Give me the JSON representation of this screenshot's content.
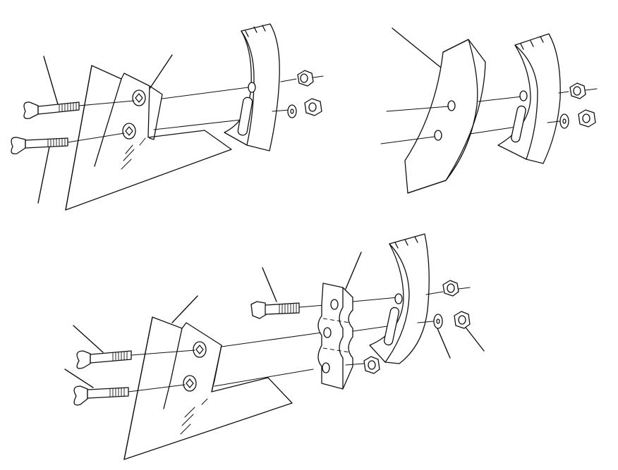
{
  "diagram": {
    "views": [
      {
        "id": "assembly-top-left",
        "parts": [
          "carriage-bolt",
          "carriage-bolt",
          "plow-point",
          "shank",
          "washer",
          "hex-nut",
          "hex-nut"
        ]
      },
      {
        "id": "assembly-top-right",
        "parts": [
          "curved-point",
          "shank",
          "washer",
          "hex-nut",
          "hex-nut"
        ]
      },
      {
        "id": "assembly-bottom",
        "parts": [
          "carriage-bolt",
          "carriage-bolt",
          "hex-bolt",
          "plow-point",
          "spacer-plate",
          "shank",
          "washer",
          "hex-nut",
          "hex-nut",
          "hex-nut"
        ]
      }
    ],
    "line_color": "#111111",
    "background": "#ffffff"
  }
}
